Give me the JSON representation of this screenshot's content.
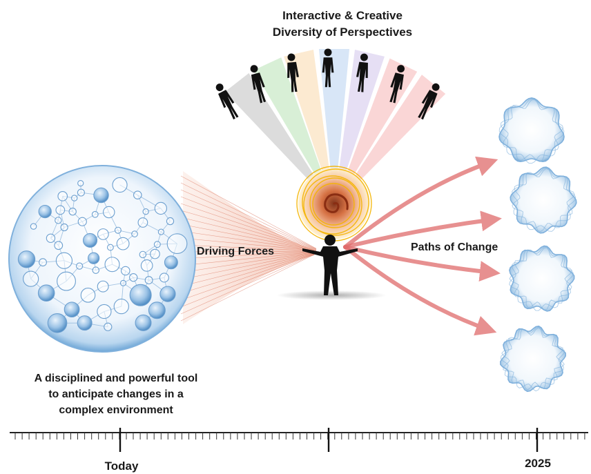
{
  "perspectives_title": [
    "Interactive & Creative",
    "Diversity of Perspectives"
  ],
  "driving_forces_label": "Driving Forces",
  "paths_label": "Paths of Change",
  "tool_caption": [
    "A disciplined and powerful tool",
    "to anticipate changes in a",
    "complex environment"
  ],
  "timeline": {
    "start_label": "Today",
    "end_label": "2025"
  },
  "icons": {
    "perspective_people": "person-silhouette-icon",
    "center_person": "person-arms-out-icon",
    "spiral": "spiral-icon",
    "network": "network-sphere-icon",
    "future": "future-scenario-sphere-icon"
  },
  "colors": {
    "beams": [
      "#9a9a9a",
      "#8fd18a",
      "#f5c27a",
      "#8fb8e8",
      "#b8a3e0",
      "#f08a8a"
    ],
    "arrows": "#e06b6b",
    "sphere": "#6ea6d6",
    "spiral_outer": "#f4b400",
    "spiral_inner": "#c0502a"
  },
  "scenario_count": 4,
  "perspective_count": 7
}
